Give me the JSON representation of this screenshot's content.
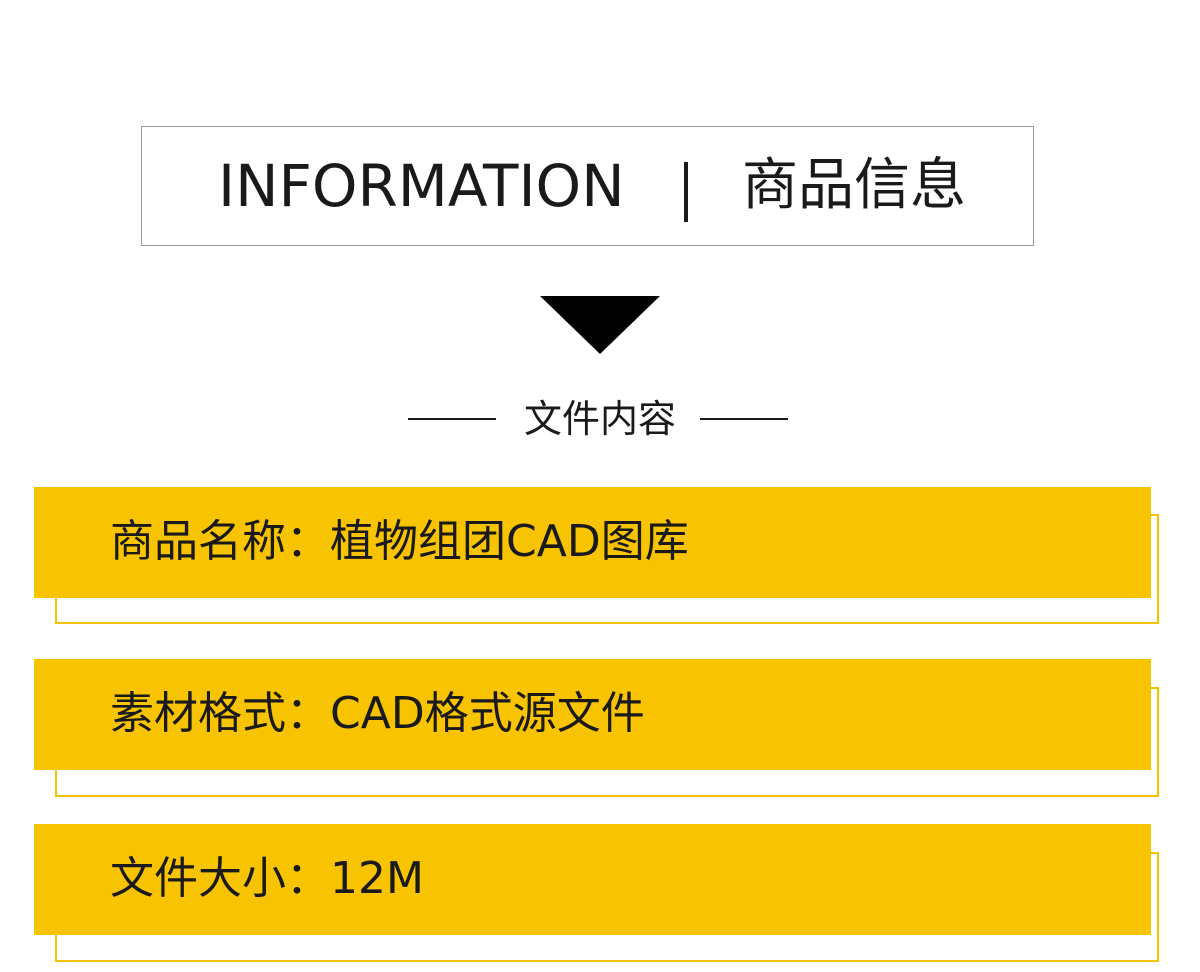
{
  "header": {
    "title_en": "INFORMATION",
    "separator": "|",
    "title_cn": "商品信息"
  },
  "section": {
    "subtitle": "文件内容"
  },
  "items": [
    {
      "text": "商品名称：植物组团CAD图库"
    },
    {
      "text": "素材格式：CAD格式源文件"
    },
    {
      "text": "文件大小：12M"
    }
  ],
  "colors": {
    "accent": "#f8c300",
    "outline": "#f6c200",
    "text": "#1a1a1a",
    "border": "#9a9a9a"
  }
}
